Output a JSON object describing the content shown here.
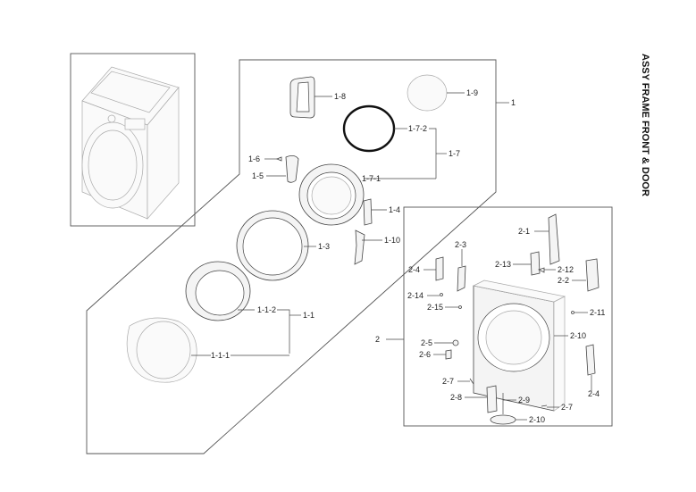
{
  "title": "ASSY FRAME FRONT & DOOR",
  "labels": {
    "p1": "1",
    "p1_1": "1-1",
    "p1_1_1": "1-1-1",
    "p1_1_2": "1-1-2",
    "p1_3": "1-3",
    "p1_4": "1-4",
    "p1_5": "1-5",
    "p1_6": "1-6",
    "p1_7": "1-7",
    "p1_7_1": "1-7-1",
    "p1_7_2": "1-7-2",
    "p1_8": "1-8",
    "p1_9": "1-9",
    "p1_10": "1-10",
    "p2": "2",
    "p2_1": "2-1",
    "p2_2": "2-2",
    "p2_3": "2-3",
    "p2_4a": "2-4",
    "p2_4b": "2-4",
    "p2_5": "2-5",
    "p2_6": "2-6",
    "p2_7a": "2-7",
    "p2_7b": "2-7",
    "p2_8": "2-8",
    "p2_9": "2-9",
    "p2_10a": "2-10",
    "p2_10b": "2-10",
    "p2_11": "2-11",
    "p2_12": "2-12",
    "p2_13": "2-13",
    "p2_14": "2-14",
    "p2_15": "2-15"
  }
}
